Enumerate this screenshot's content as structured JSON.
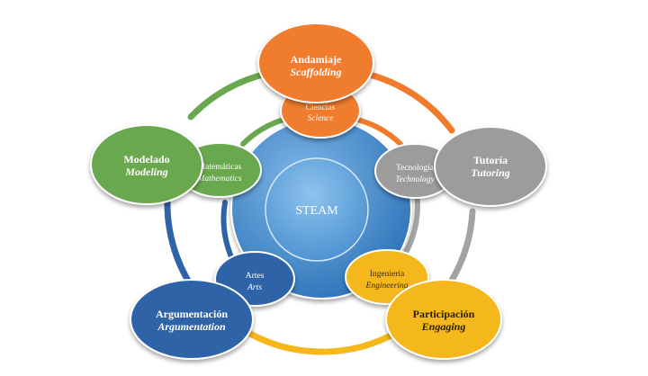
{
  "center": {
    "label": "STEAM",
    "color": "#3f86c7"
  },
  "outer_nodes": [
    {
      "id": "andamiaje",
      "title": "Andamiaje",
      "subtitle": "Scaffolding",
      "color": "#f07b2d"
    },
    {
      "id": "tutoria",
      "title": "Tutoría",
      "subtitle": "Tutoring",
      "color": "#9c9c9c"
    },
    {
      "id": "participacion",
      "title": "Participación",
      "subtitle": "Engaging",
      "color": "#f5b81a"
    },
    {
      "id": "argumentacion",
      "title": "Argumentación",
      "subtitle": "Argumentation",
      "color": "#2f63a8"
    },
    {
      "id": "modelado",
      "title": "Modelado",
      "subtitle": "Modeling",
      "color": "#6aa84f"
    }
  ],
  "inner_nodes": [
    {
      "id": "ciencias",
      "title": "Ciencias",
      "subtitle": "Science",
      "color": "#f07b2d"
    },
    {
      "id": "tecnologia",
      "title": "Tecnología",
      "subtitle": "Technology",
      "color": "#9c9c9c"
    },
    {
      "id": "ingenieria",
      "title": "Ingeniería",
      "subtitle": "Engineering",
      "color": "#f5b81a"
    },
    {
      "id": "artes",
      "title": "Artes",
      "subtitle": "Arts",
      "color": "#2f63a8"
    },
    {
      "id": "matematicas",
      "title": "Matemáticas",
      "subtitle": "Mathematics",
      "color": "#6aa84f"
    }
  ]
}
